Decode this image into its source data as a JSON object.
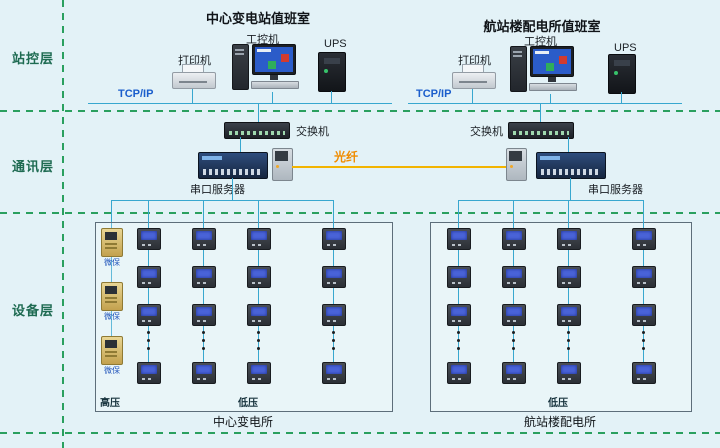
{
  "layers": {
    "station": "站控层",
    "comm": "通讯层",
    "device": "设备层"
  },
  "network": {
    "tcpip": "TCP/IP",
    "fiber_label": "光纤"
  },
  "rooms": {
    "left": {
      "title": "中心变电站值班室",
      "printer": "打印机",
      "workstation": "工控机",
      "ups": "UPS",
      "switch": "交换机",
      "serial_server": "串口服务器"
    },
    "right": {
      "title": "航站楼配电所值班室",
      "printer": "打印机",
      "workstation": "工控机",
      "ups": "UPS",
      "switch": "交换机",
      "serial_server": "串口服务器"
    }
  },
  "substations": {
    "left": {
      "name": "中心变电所",
      "label_hv": "高压",
      "label_lv": "低压",
      "protection_label": "微保"
    },
    "right": {
      "name": "航站楼配电所",
      "label_lv": "低压"
    }
  },
  "colors": {
    "background": "#e3f2f7",
    "divider_green": "#2aa05f",
    "wire_blue": "#38a7cf",
    "fiber_orange": "#f2b400",
    "tcpip_text": "#1b5ecc",
    "fiber_text": "#f08c00"
  }
}
